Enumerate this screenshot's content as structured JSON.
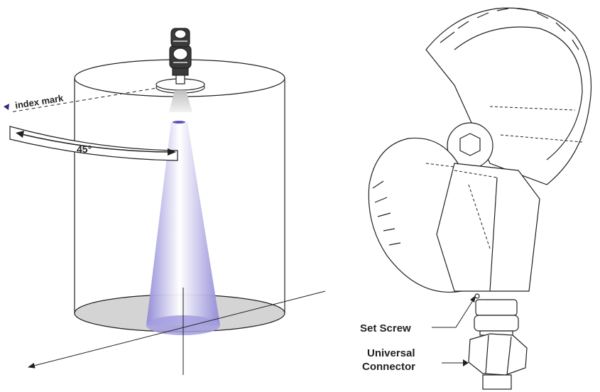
{
  "left_figure": {
    "index_mark_label": "index mark",
    "angle_label": "45°"
  },
  "right_figure": {
    "set_screw_label": "Set Screw",
    "connector_label_line1": "Universal",
    "connector_label_line2": "Connector"
  },
  "colors": {
    "line": "#231f20",
    "beam": "#b9b4e6",
    "floor": "#d4d4d4",
    "accent": "#2e2a7a"
  }
}
